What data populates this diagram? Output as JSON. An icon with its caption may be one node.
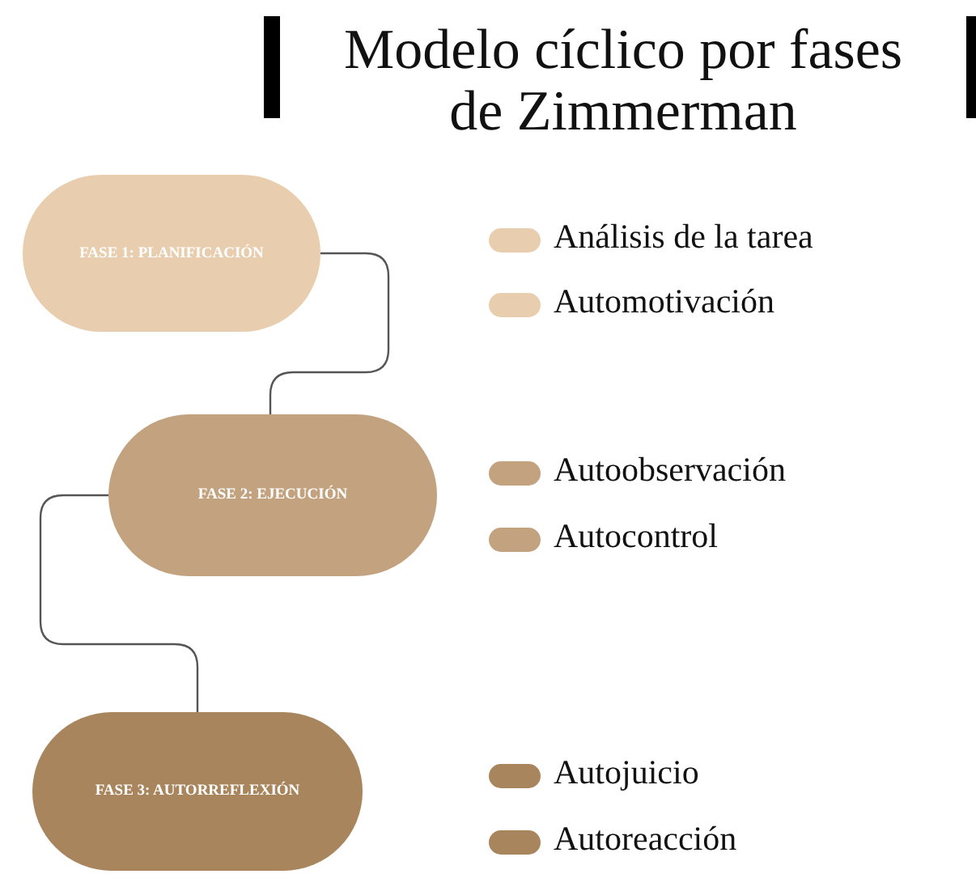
{
  "diagram": {
    "title": "Modelo cíclico por fases de Zimmerman",
    "nodes": [
      {
        "text": [
          "FASE 1: PLANIFICACIÓN"
        ]
      },
      {
        "text": [
          "FASE 2: EJECUCIÓN"
        ]
      },
      {
        "text": [
          "FASE 3: AUTORREFLEXIÓN"
        ]
      }
    ],
    "edges": [
      {
        "from": 0,
        "to": 1,
        "arrow": "none"
      },
      {
        "from": 1,
        "to": 2,
        "arrow": "none"
      }
    ],
    "legend": [
      {
        "text": "Análisis de la tarea",
        "color": "#e8ceae"
      },
      {
        "text": "Automotivación",
        "color": "#e8ceae"
      },
      {
        "text": "Autoobservación",
        "color": "#c2a27f"
      },
      {
        "text": "Autocontrol",
        "color": "#c2a27f"
      },
      {
        "text": "Autojuicio",
        "color": "#a8855c"
      },
      {
        "text": "Autoreacción",
        "color": "#a8855c"
      }
    ]
  }
}
